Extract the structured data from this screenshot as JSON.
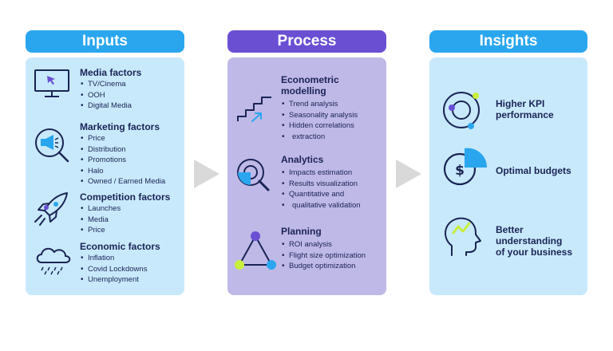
{
  "columns": {
    "inputs": {
      "header": "Inputs",
      "blocks": [
        {
          "title": "Media factors",
          "icon": "monitor-icon",
          "items": [
            "TV/Cinema",
            "OOH",
            "Digital Media"
          ]
        },
        {
          "title": "Marketing factors",
          "icon": "megaphone-icon",
          "items": [
            "Price",
            "Distribution",
            "Promotions",
            "Halo",
            "Owned / Earned Media"
          ]
        },
        {
          "title": "Competition factors",
          "icon": "rocket-icon",
          "items": [
            "Launches",
            "Media",
            "Price"
          ]
        },
        {
          "title": "Economic factors",
          "icon": "rain-cloud-icon",
          "items": [
            "Inflation",
            "Covid Lockdowns",
            "Unemployment"
          ]
        }
      ]
    },
    "process": {
      "header": "Process",
      "blocks": [
        {
          "title_line1": "Econometric",
          "title_line2": "modelling",
          "icon": "stairs-icon",
          "items": [
            "Trend analysis",
            "Seasonality analysis",
            "Hidden correlations",
            "extraction"
          ]
        },
        {
          "title": "Analytics",
          "icon": "magnifier-chart-icon",
          "items": [
            "Impacts estimation",
            "Results visualization",
            " Quantitative and",
            "qualitative validation"
          ]
        },
        {
          "title": "Planning",
          "icon": "triangle-network-icon",
          "items": [
            "ROI analysis",
            "Flight size optimization",
            "Budget optimization"
          ]
        }
      ]
    },
    "insights": {
      "header": "Insights",
      "items": [
        {
          "line1": "Higher KPI",
          "line2": "performance",
          "icon": "target-orbit-icon"
        },
        {
          "line1": "Optimal budgets",
          "icon": "dollar-pie-icon"
        },
        {
          "line1": "Better",
          "line2": "understanding",
          "line3": "of your business",
          "icon": "head-insight-icon"
        }
      ]
    }
  },
  "colors": {
    "inputs_header": "#2aa6ef",
    "process_header": "#6a4fd3",
    "inputs_panel": "#c8e9fb",
    "process_panel": "#bfb9e7",
    "text": "#1a2456",
    "accent_purple": "#6a4fd3",
    "accent_blue": "#2aa6ef",
    "accent_lime": "#c8ef3c",
    "arrow": "#d9d9d9"
  }
}
